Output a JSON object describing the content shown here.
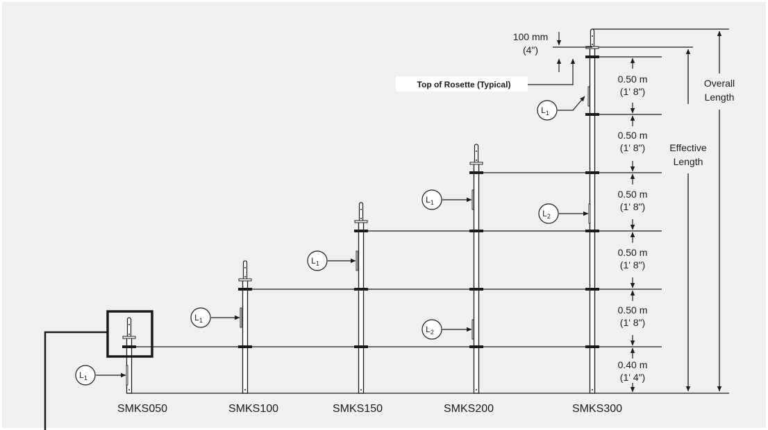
{
  "labels": {
    "top_offset": [
      "100 mm",
      "(4\")"
    ],
    "rosette": "Top of Rosette (Typical)",
    "overall": [
      "Overall",
      "Length"
    ],
    "effective": [
      "Effective",
      "Length"
    ]
  },
  "spacings": [
    [
      "0.50 m",
      "(1' 8\")"
    ],
    [
      "0.50 m",
      "(1' 8\")"
    ],
    [
      "0.50 m",
      "(1' 8\")"
    ],
    [
      "0.50 m",
      "(1' 8\")"
    ],
    [
      "0.50 m",
      "(1' 8\")"
    ],
    [
      "0.40 m",
      "(1' 4\")"
    ]
  ],
  "standards": [
    {
      "name": "SMKS050",
      "callouts": [
        "L1"
      ]
    },
    {
      "name": "SMKS100",
      "callouts": [
        "L1"
      ]
    },
    {
      "name": "SMKS150",
      "callouts": [
        "L1"
      ]
    },
    {
      "name": "SMKS200",
      "callouts": [
        "L1",
        "L2"
      ]
    },
    {
      "name": "SMKS300",
      "callouts": [
        "L1",
        "L2"
      ]
    }
  ],
  "colors": {
    "panel": "#f0f0f0",
    "ink": "#1a1a1a",
    "highlight": "#1a1a1a"
  }
}
